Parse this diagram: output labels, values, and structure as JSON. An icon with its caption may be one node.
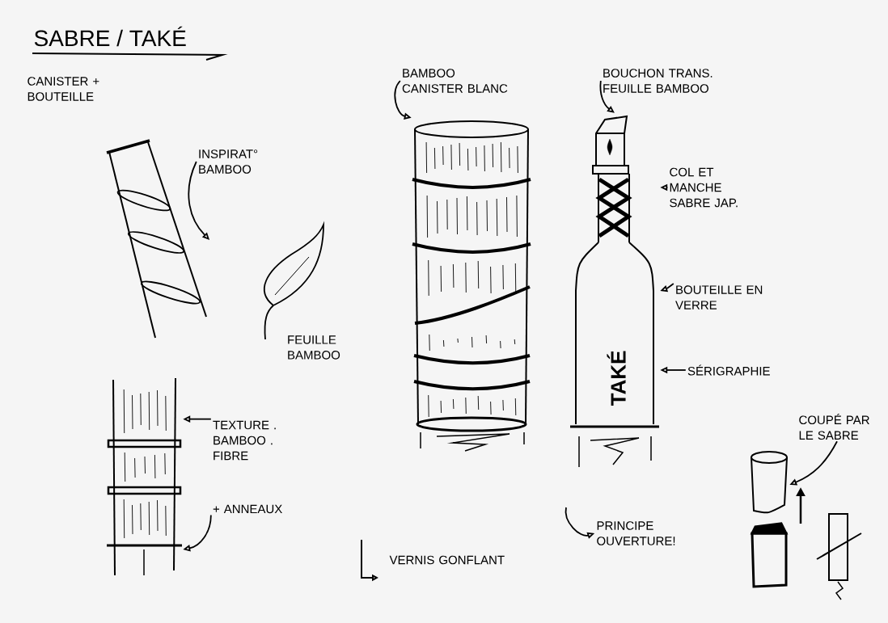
{
  "diagram": {
    "title": "SABRE / TAKÉ",
    "nodes": [
      {
        "text": [],
        "shape": "picture"
      },
      {
        "text": [
          "INSPIRAT° BAMBOO"
        ]
      },
      {
        "text": [],
        "shape": "picture"
      },
      {
        "text": [
          "BAMBOO",
          "CANISTER BLANC"
        ]
      },
      {
        "text": [],
        "shape": "picture"
      },
      {
        "text": [
          "BOUCHON TRANS.",
          "FEUILLE BAMBOO"
        ]
      },
      {
        "text": [],
        "shape": "picture"
      },
      {
        "text": [
          "COL ET MANCHE SABRE JAP."
        ]
      },
      {
        "text": [
          "BOUTEILLE EN VERRE"
        ]
      },
      {
        "text": [
          "SÉRIGRAPHIE"
        ]
      },
      {
        "text": [],
        "shape": "picture"
      },
      {
        "text": [
          "TEXTURE . BAMBOO . FIBRE"
        ]
      },
      {
        "text": [
          "+ ANNEAUX"
        ]
      },
      {
        "text": [
          "PRINCIPE OUVERTURE!"
        ]
      },
      {
        "text": [
          "COUPÉ PAR LE SABRE"
        ]
      },
      {
        "text": [],
        "shape": "cylinder"
      },
      {
        "text": [],
        "shape": "cylinder"
      },
      {
        "text": [],
        "shape": "box"
      }
    ],
    "edges": [
      {
        "from": 1,
        "to": 0,
        "arrow": "to"
      },
      {
        "from": 3,
        "to": 4,
        "arrow": "to"
      },
      {
        "from": 5,
        "to": 6,
        "arrow": "to"
      },
      {
        "from": 7,
        "to": 6,
        "arrow": "to"
      },
      {
        "from": 8,
        "to": 6,
        "arrow": "to"
      },
      {
        "from": 9,
        "to": 6,
        "arrow": "to"
      },
      {
        "from": 11,
        "to": 10,
        "arrow": "to"
      },
      {
        "from": 12,
        "to": 10,
        "arrow": "to"
      },
      {
        "from": null,
        "to": 13,
        "arrow": "to"
      },
      {
        "from": 14,
        "to": 15,
        "arrow": "to"
      }
    ],
    "labels": [
      "CANISTER + BOUTEILLE",
      "FEUILLE BAMBOO",
      "TAKÉ",
      "VERNIS GONFLANT"
    ]
  }
}
